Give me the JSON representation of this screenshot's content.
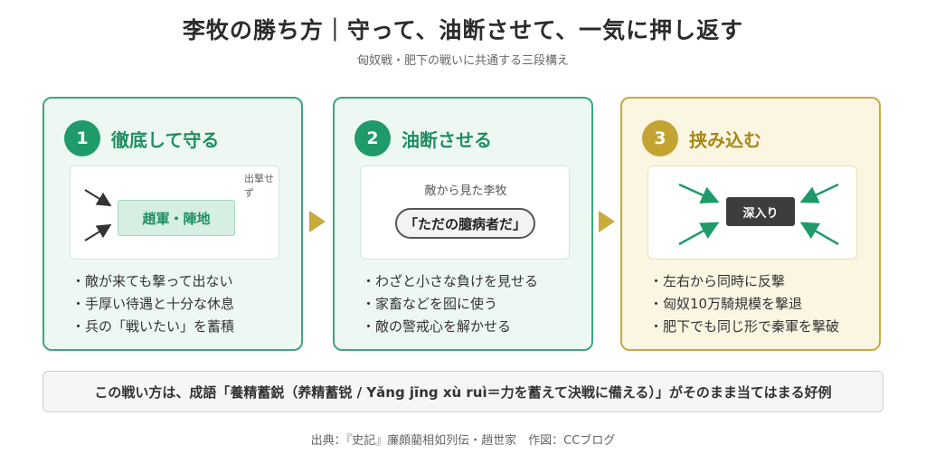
{
  "title": "李牧の勝ち方｜守って、油断させて、一気に押し返す",
  "subtitle": "匈奴戦・肥下の戦いに共通する三段構え",
  "colors": {
    "green": "#1f9a6a",
    "gold": "#c3a332",
    "arrow": "#c8aa3e"
  },
  "steps": [
    {
      "number": "1",
      "title": "徹底して守る",
      "box_label": "趙軍・陣地",
      "side_note": "出撃せず",
      "bullets": [
        "敵が来ても撃って出ない",
        "手厚い待遇と十分な休息",
        "兵の「戦いたい」を蓄積"
      ]
    },
    {
      "number": "2",
      "title": "油断させる",
      "caption": "敵から見た李牧",
      "speech": "「ただの臆病者だ」",
      "bullets": [
        "わざと小さな負けを見せる",
        "家畜などを囮に使う",
        "敵の警戒心を解かせる"
      ]
    },
    {
      "number": "3",
      "title": "挟み込む",
      "box_label": "深入り",
      "bullets": [
        "左右から同時に反撃",
        "匈奴10万騎規模を撃退",
        "肥下でも同じ形で秦軍を撃破"
      ]
    }
  ],
  "note": "この戦い方は、成語「養精蓄鋭（养精蓄锐 / Yǎng jīng xù ruì＝力を蓄えて決戦に備える）」がそのまま当てはまる好例",
  "credit": "出典：『史記』廉頗藺相如列伝・趙世家　作図：CCブログ"
}
